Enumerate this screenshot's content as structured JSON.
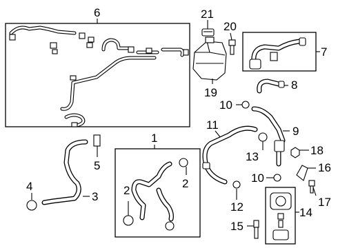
{
  "callouts": {
    "c1": "1",
    "c2a": "2",
    "c2b": "2",
    "c3": "3",
    "c4": "4",
    "c5": "5",
    "c6": "6",
    "c7": "7",
    "c8": "8",
    "c9": "9",
    "c10a": "10",
    "c10b": "10",
    "c11": "11",
    "c12": "12",
    "c13": "13",
    "c14": "14",
    "c15": "15",
    "c16": "16",
    "c17": "17",
    "c18": "18",
    "c19": "19",
    "c20": "20",
    "c21": "21"
  },
  "colors": {
    "line": "#000000",
    "background": "#ffffff"
  }
}
